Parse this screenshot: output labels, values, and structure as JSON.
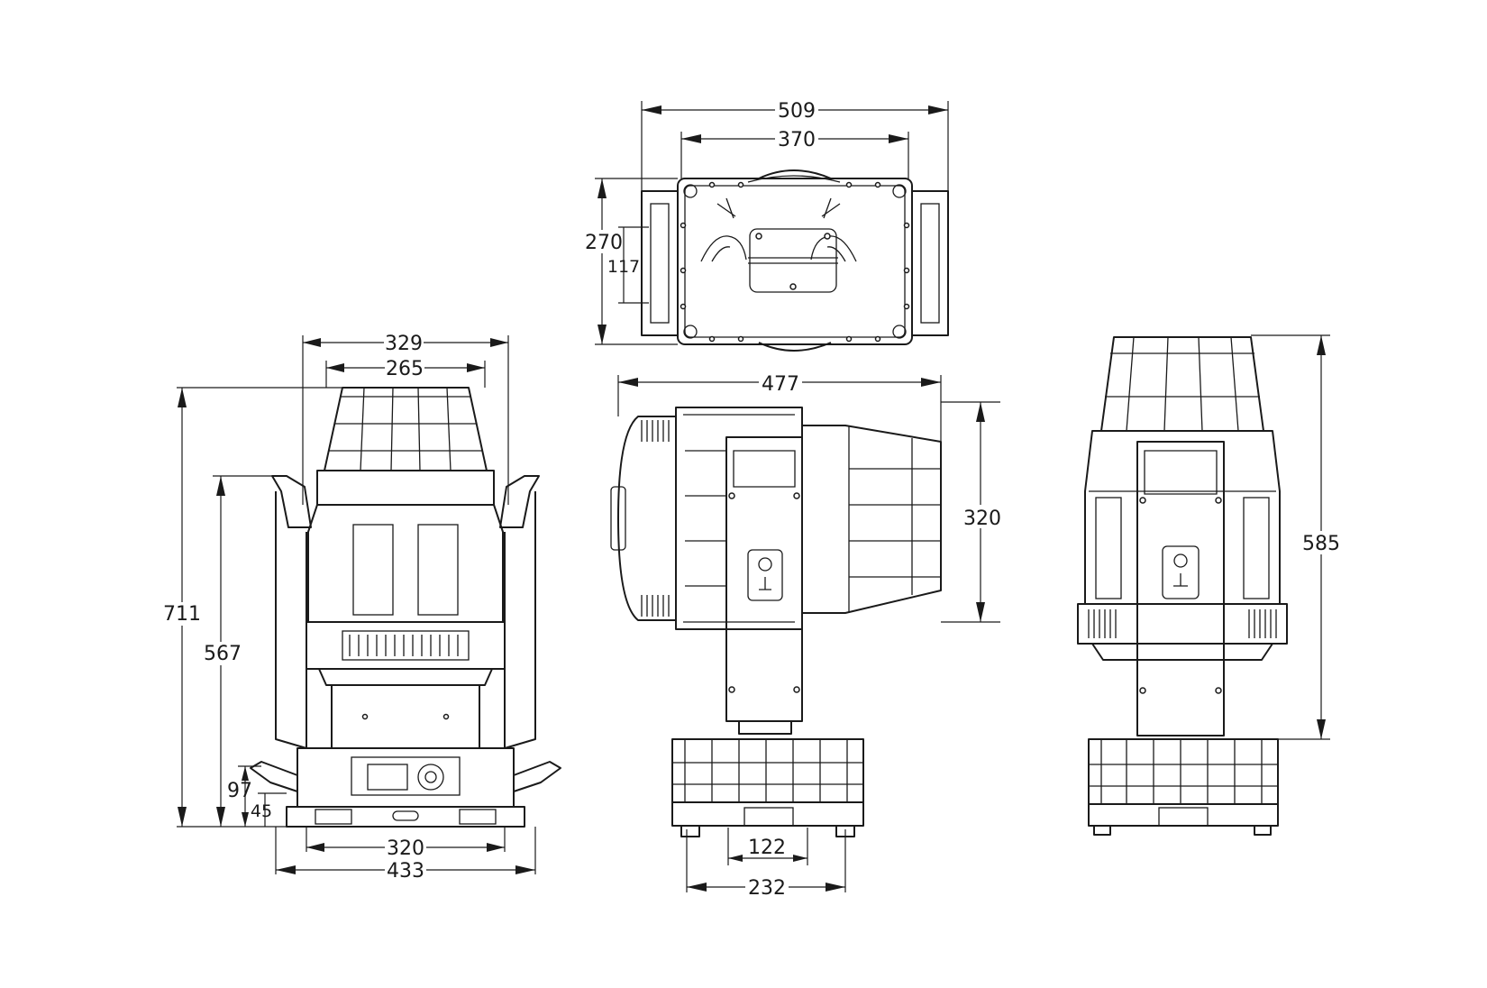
{
  "dimensions": {
    "front_width_upper": "329",
    "front_width_lamp": "265",
    "front_height_total": "711",
    "front_height_arms": "567",
    "front_height_base": "97",
    "front_height_foot": "45",
    "front_width_base": "320",
    "front_width_handles": "433",
    "top_width_total": "509",
    "top_width_plate": "370",
    "top_depth_total": "270",
    "top_depth_clamp": "117",
    "side_length_head": "477",
    "side_height_head": "320",
    "side_width_base": "232",
    "side_width_foot": "122",
    "rear_height_total": "585"
  },
  "colors": {
    "line": "#1a1a1a",
    "background": "#ffffff"
  }
}
